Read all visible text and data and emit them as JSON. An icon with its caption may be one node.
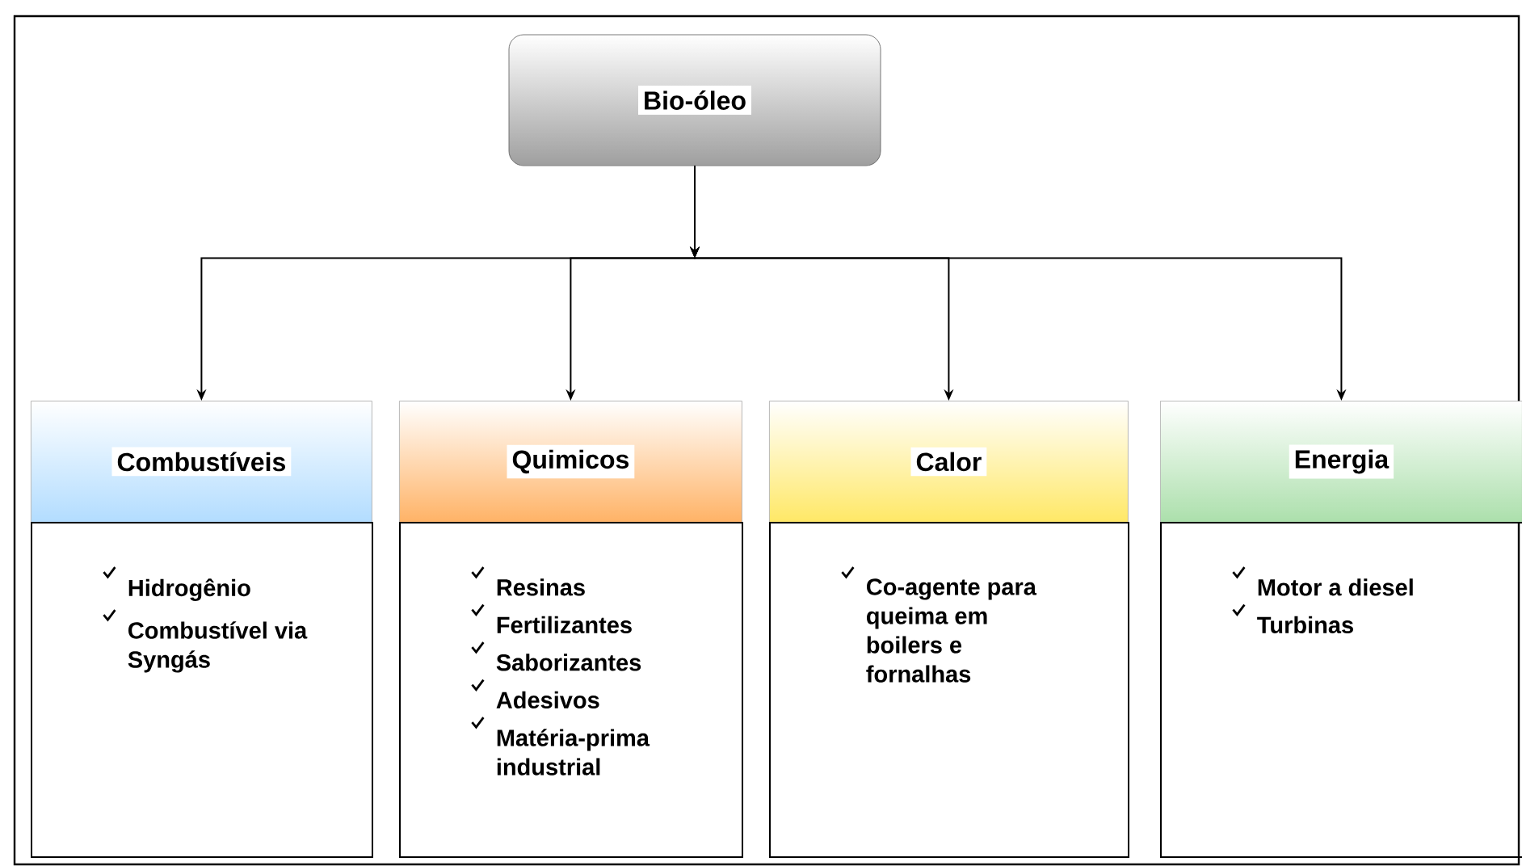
{
  "diagram": {
    "nodes": [
      {
        "text": [
          "Bio-óleo"
        ]
      },
      {
        "text": [
          "Combustíveis"
        ]
      },
      {
        "text": [
          "Hidrogênio",
          "Combustível via Syngás"
        ]
      },
      {
        "text": [
          "Quimicos"
        ]
      },
      {
        "text": [
          "Resinas",
          "Fertilizantes",
          "Saborizantes",
          "Adesivos",
          "Matéria-prima industrial"
        ]
      },
      {
        "text": [
          "Calor"
        ]
      },
      {
        "text": [
          "Co-agente para queima em boilers e fornalhas"
        ]
      },
      {
        "text": [
          "Energia"
        ]
      },
      {
        "text": [
          "Motor a diesel",
          "Turbinas"
        ]
      }
    ],
    "edges": [
      {
        "from": 0,
        "to": 1,
        "arrow": "to"
      },
      {
        "from": 0,
        "to": 3,
        "arrow": "to"
      },
      {
        "from": 0,
        "to": 5,
        "arrow": "to"
      },
      {
        "from": 0,
        "to": 7,
        "arrow": "to"
      }
    ]
  }
}
